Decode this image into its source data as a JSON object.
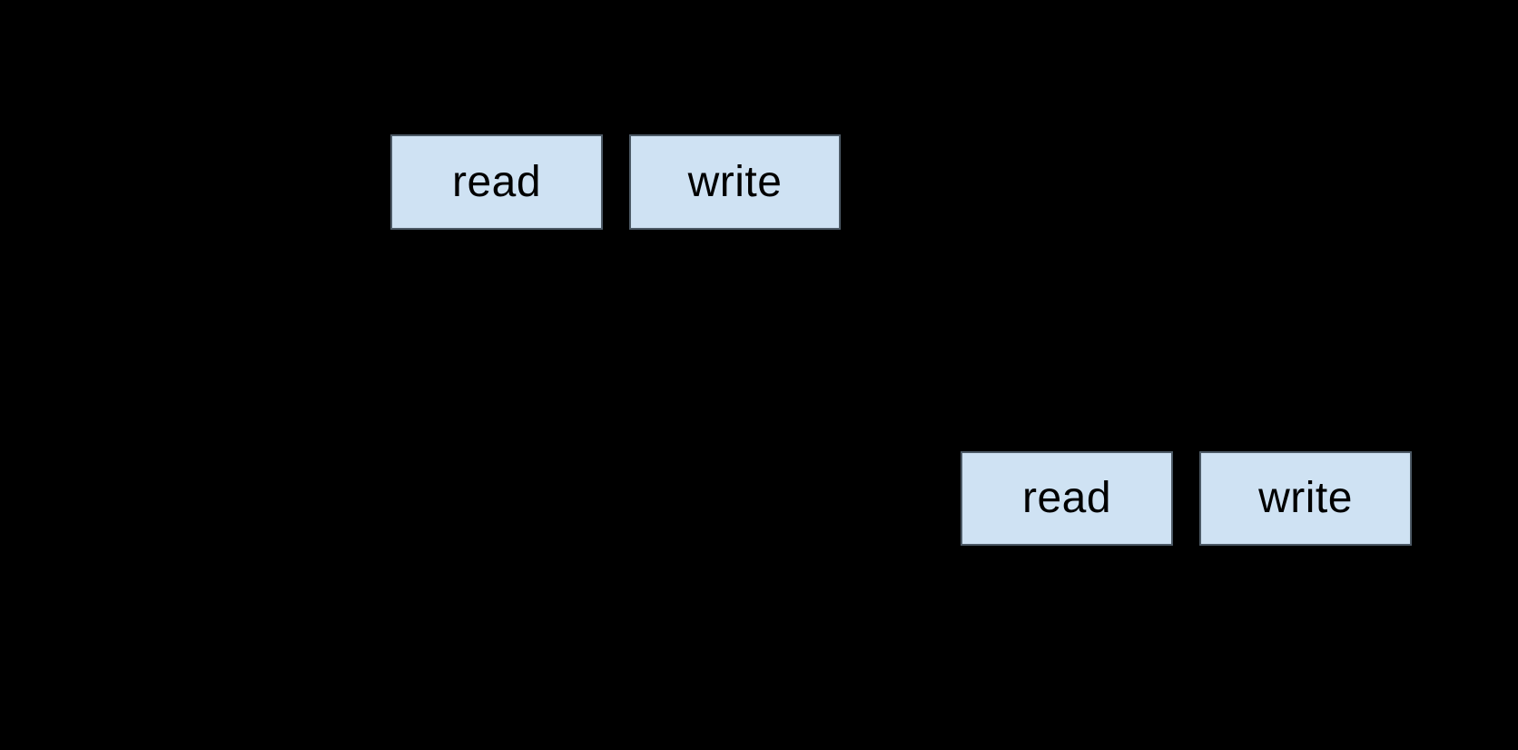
{
  "diagram": {
    "background": "#000000",
    "box_fill": "#cfe2f3",
    "box_border": "#4d5a66",
    "box_text_color": "#000000",
    "groups": [
      {
        "name": "top-left-pair",
        "boxes": [
          {
            "label": "read"
          },
          {
            "label": "write"
          }
        ]
      },
      {
        "name": "bottom-right-pair",
        "boxes": [
          {
            "label": "read"
          },
          {
            "label": "write"
          }
        ]
      }
    ]
  }
}
